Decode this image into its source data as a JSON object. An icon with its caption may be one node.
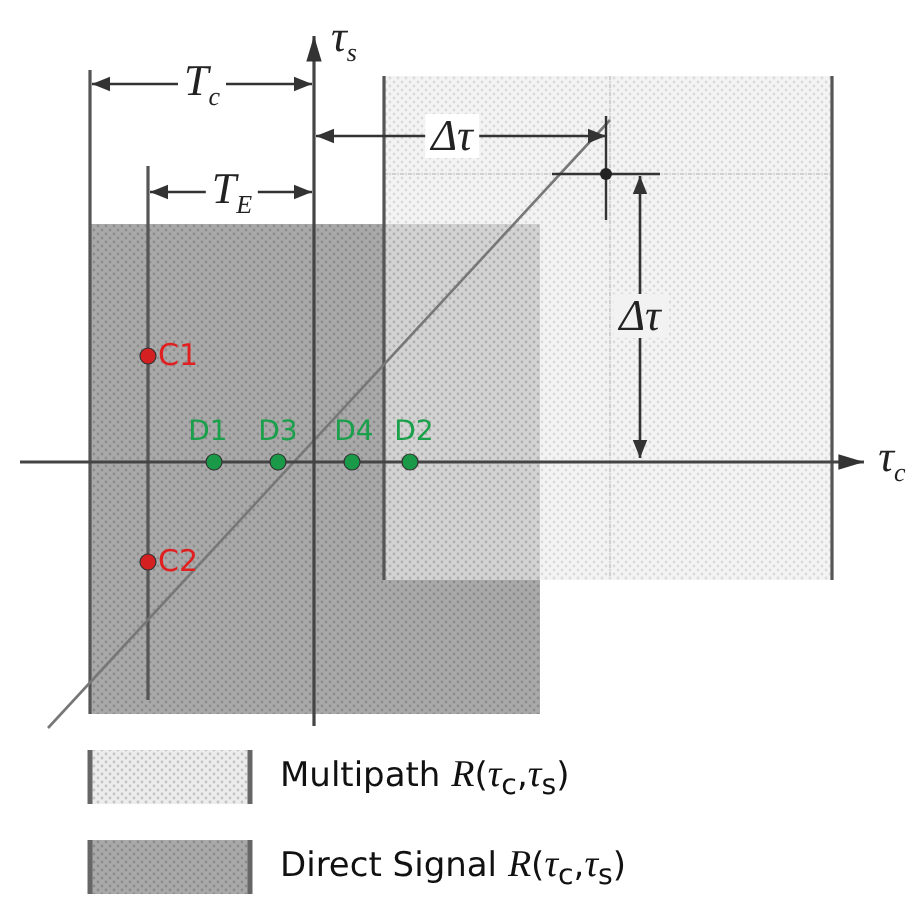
{
  "diagram": {
    "labels": [
      "τ$_{s}$",
      "T$_{c}$",
      "Δτ",
      "T$_{E}$",
      "Δτ",
      "C1",
      "D1",
      "D3",
      "D4",
      "D2",
      "τ$_{c}$",
      "C2"
    ],
    "legend": [
      {
        "text": "Multipath *R*(*τ*$_{c}$,*τ*$_{s}$)",
        "color": "#ececec"
      },
      {
        "text": "Direct Signal *R*(*τ*$_{c}$,*τ*$_{s}$)",
        "color": "#a9a9a9"
      }
    ]
  }
}
